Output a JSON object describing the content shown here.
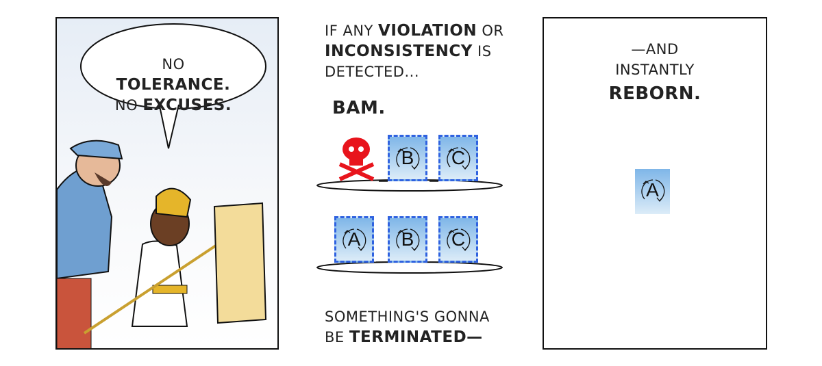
{
  "panel1": {
    "bubble_prefix1": "NO ",
    "bubble_bold1": "TOLERANCE.",
    "bubble_prefix2": "NO ",
    "bubble_bold2": "EXCUSES."
  },
  "panel2": {
    "cap1_a": "IF ANY ",
    "cap1_b": "VIOLATION",
    "cap1_c": " OR",
    "cap1_d": "INCONSISTENCY",
    "cap1_e": " IS",
    "cap1_f": "DETECTED...",
    "bam": "BAM.",
    "row1": [
      "B",
      "C"
    ],
    "row2": [
      "A",
      "B",
      "C"
    ],
    "cap2_a": "SOMETHING'S GONNA",
    "cap2_b": "BE ",
    "cap2_c": "TERMINATED—"
  },
  "panel3": {
    "cap_a": "—AND",
    "cap_b": "INSTANTLY",
    "cap_c": "REBORN.",
    "pod": "A"
  },
  "colors": {
    "pod_border": "#2f62e0",
    "skull": "#e8141c"
  }
}
